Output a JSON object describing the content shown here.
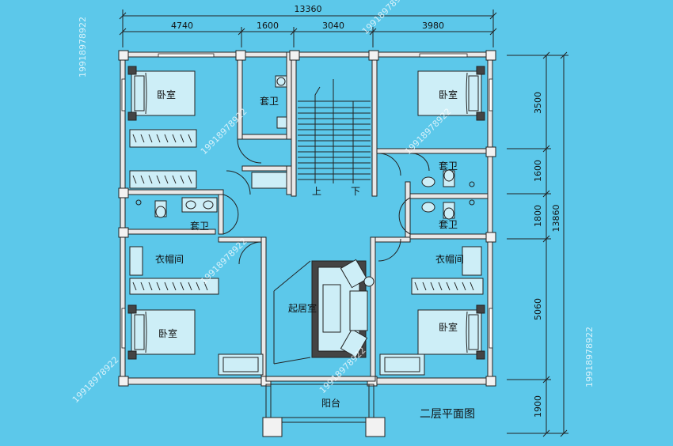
{
  "title": "二层平面图",
  "dimensions": {
    "top_total": "13360",
    "top_segments": [
      "4740",
      "1600",
      "3040",
      "3980"
    ],
    "right_total": "13860",
    "right_segments": [
      "3500",
      "1600",
      "1800",
      "5060",
      "1900"
    ]
  },
  "rooms": {
    "bedroom_nw": "卧室",
    "bedroom_ne": "卧室",
    "bedroom_sw": "卧室",
    "bedroom_se": "卧室",
    "bath_top_center": "套卫",
    "bath_left": "套卫",
    "bath_right_upper": "套卫",
    "bath_right_lower": "套卫",
    "closet_left": "衣帽间",
    "closet_right": "衣帽间",
    "living": "起居室",
    "balcony": "阳台"
  },
  "stairs": {
    "up": "上",
    "down": "下"
  },
  "watermark": "19918978922",
  "colors": {
    "background": "#5cc8ea",
    "wall": "#e8e8e8",
    "ink": "#222222"
  }
}
